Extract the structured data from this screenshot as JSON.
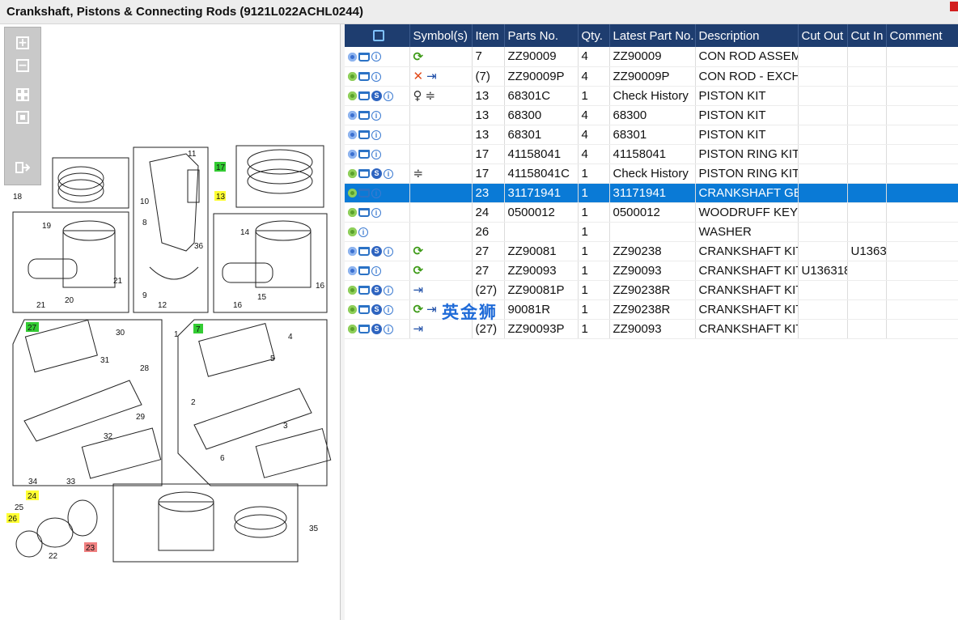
{
  "window": {
    "title": "Crankshaft, Pistons & Connecting Rods (9121L022ACHL0244)"
  },
  "toolbar": {
    "zoom_in": "+",
    "zoom_out": "−"
  },
  "columns": [
    "",
    "Symbol(s)",
    "Item",
    "Parts No.",
    "Qty.",
    "Latest Part No.",
    "Description",
    "Cut Out",
    "Cut In",
    "Comment"
  ],
  "rows": [
    {
      "icons": [
        "gear-blue-icon",
        "cart-icon",
        "info-icon"
      ],
      "symbols": [
        "refresh-icon"
      ],
      "item": "7",
      "part": "ZZ90009",
      "qty": "4",
      "latest": "ZZ90009",
      "desc": "CON ROD ASSEMB",
      "cutout": "",
      "cutin": "",
      "comment": ""
    },
    {
      "icons": [
        "gear-green-icon",
        "cart-icon",
        "info-icon"
      ],
      "symbols": [
        "cross-icon",
        "exchange-arrow-icon"
      ],
      "item": "(7)",
      "part": "ZZ90009P",
      "qty": "4",
      "latest": "ZZ90009P",
      "desc": "CON ROD - EXCHA",
      "cutout": "",
      "cutin": "",
      "comment": ""
    },
    {
      "icons": [
        "gear-green-icon",
        "cart-icon",
        "s-icon",
        "info-icon"
      ],
      "symbols": [
        "comment-icon",
        "split-icon"
      ],
      "item": "13",
      "part": "68301C",
      "qty": "1",
      "latest": "Check History",
      "desc": "PISTON KIT",
      "cutout": "",
      "cutin": "",
      "comment": ""
    },
    {
      "icons": [
        "gear-blue-icon",
        "cart-icon",
        "info-icon"
      ],
      "symbols": [],
      "item": "13",
      "part": "68300",
      "qty": "4",
      "latest": "68300",
      "desc": "PISTON KIT",
      "cutout": "",
      "cutin": "",
      "comment": ""
    },
    {
      "icons": [
        "gear-blue-icon",
        "cart-icon",
        "info-icon"
      ],
      "symbols": [],
      "item": "13",
      "part": "68301",
      "qty": "4",
      "latest": "68301",
      "desc": "PISTON KIT",
      "cutout": "",
      "cutin": "",
      "comment": ""
    },
    {
      "icons": [
        "gear-blue-icon",
        "cart-icon",
        "info-icon"
      ],
      "symbols": [],
      "item": "17",
      "part": "41158041",
      "qty": "4",
      "latest": "41158041",
      "desc": "PISTON RING KIT",
      "cutout": "",
      "cutin": "",
      "comment": ""
    },
    {
      "icons": [
        "gear-green-icon",
        "cart-icon",
        "s-icon",
        "info-icon"
      ],
      "symbols": [
        "split-icon"
      ],
      "item": "17",
      "part": "41158041C",
      "qty": "1",
      "latest": "Check History",
      "desc": "PISTON RING KIT",
      "cutout": "",
      "cutin": "",
      "comment": ""
    },
    {
      "icons": [
        "gear-green-icon",
        "cart-icon",
        "info-icon"
      ],
      "symbols": [],
      "item": "23",
      "part": "31171941",
      "qty": "1",
      "latest": "31171941",
      "desc": "CRANKSHAFT GEA",
      "cutout": "",
      "cutin": "",
      "comment": "",
      "selected": true
    },
    {
      "icons": [
        "gear-green-icon",
        "cart-icon",
        "info-icon"
      ],
      "symbols": [],
      "item": "24",
      "part": "0500012",
      "qty": "1",
      "latest": "0500012",
      "desc": "WOODRUFF KEY",
      "cutout": "",
      "cutin": "",
      "comment": ""
    },
    {
      "icons": [
        "gear-green-icon",
        "info-icon"
      ],
      "symbols": [],
      "item": "26",
      "part": "",
      "qty": "1",
      "latest": "",
      "desc": "WASHER",
      "cutout": "",
      "cutin": "",
      "comment": ""
    },
    {
      "icons": [
        "gear-blue-icon",
        "cart-icon",
        "s-icon",
        "info-icon"
      ],
      "symbols": [
        "refresh-icon"
      ],
      "item": "27",
      "part": "ZZ90081",
      "qty": "1",
      "latest": "ZZ90238",
      "desc": "CRANKSHAFT KIT",
      "cutout": "",
      "cutin": "U1363",
      "comment": ""
    },
    {
      "icons": [
        "gear-blue-icon",
        "cart-icon",
        "info-icon"
      ],
      "symbols": [
        "refresh-icon"
      ],
      "item": "27",
      "part": "ZZ90093",
      "qty": "1",
      "latest": "ZZ90093",
      "desc": "CRANKSHAFT KIT",
      "cutout": "U136318",
      "cutin": "",
      "comment": ""
    },
    {
      "icons": [
        "gear-green-icon",
        "cart-icon",
        "s-icon",
        "info-icon"
      ],
      "symbols": [
        "exchange-arrow-icon"
      ],
      "item": "(27)",
      "part": "ZZ90081P",
      "qty": "1",
      "latest": "ZZ90238R",
      "desc": "CRANKSHAFT KIT",
      "cutout": "",
      "cutin": "",
      "comment": ""
    },
    {
      "icons": [
        "gear-green-icon",
        "cart-icon",
        "s-icon",
        "info-icon"
      ],
      "symbols": [
        "refresh-icon",
        "exchange-arrow-icon"
      ],
      "item": "",
      "part": "90081R",
      "qty": "1",
      "latest": "ZZ90238R",
      "desc": "CRANKSHAFT KIT",
      "cutout": "",
      "cutin": "",
      "comment": ""
    },
    {
      "icons": [
        "gear-green-icon",
        "cart-icon",
        "s-icon",
        "info-icon"
      ],
      "symbols": [
        "exchange-arrow-icon"
      ],
      "item": "(27)",
      "part": "ZZ90093P",
      "qty": "1",
      "latest": "ZZ90093",
      "desc": "CRANKSHAFT KIT",
      "cutout": "",
      "cutin": "",
      "comment": ""
    }
  ],
  "watermark": "英金狮",
  "diagram_labels": {
    "l18": "18",
    "l19": "19",
    "l20": "20",
    "l21a": "21",
    "l21b": "21",
    "l11": "11",
    "l10": "10",
    "l8": "8",
    "l36": "36",
    "l9": "9",
    "l12": "12",
    "l17": "17",
    "l13": "13",
    "l14": "14",
    "l15": "15",
    "l16a": "16",
    "l16b": "16",
    "l7": "7",
    "l27": "27",
    "l30": "30",
    "l31": "31",
    "l28": "28",
    "l29": "29",
    "l32": "32",
    "l33": "33",
    "l34": "34",
    "l1": "1",
    "l4": "4",
    "l5": "5",
    "l2": "2",
    "l3": "3",
    "l6": "6",
    "l24": "24",
    "l25": "25",
    "l26": "26",
    "l23": "23",
    "l22": "22",
    "l35": "35"
  },
  "colors": {
    "header": "#1e3d6f",
    "selected": "#0a7ad6",
    "callout_green": "#33cc33",
    "callout_yellow": "#ffff33",
    "callout_red": "#f08080"
  }
}
